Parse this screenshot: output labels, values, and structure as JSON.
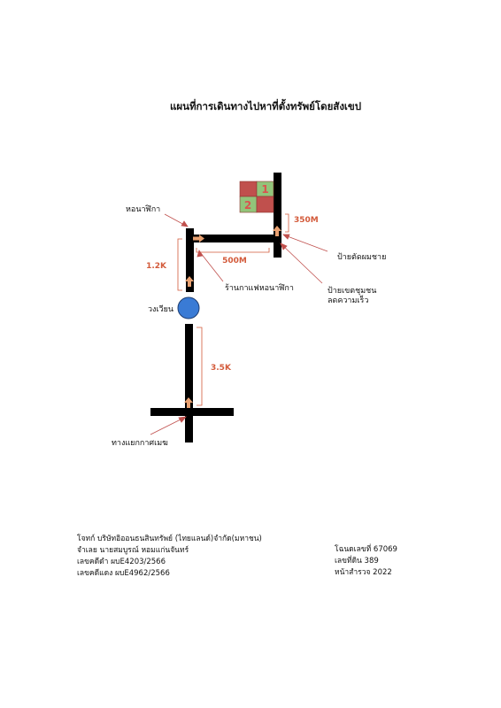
{
  "title": "แผนที่การเดินทางไปหาที่ตั้งทรัพย์โดยสังเขป",
  "landmarks": {
    "hor_na_fika": "หอนาฬิกา",
    "roundabout": "วงเวียน",
    "cafe": "ร้านกาแฟหอนาฬิกา",
    "barber_sign": "ป้ายตัดผมชาย",
    "speed_sign_line1": "ป้ายเขตชุมชน",
    "speed_sign_line2": "ลดความเร็ว",
    "intersection": "ทางแยกกาศเมฆ"
  },
  "distances": {
    "segment_top": "350M",
    "segment_mid": "500M",
    "segment_left": "1.2K",
    "segment_bottom": "3.5K"
  },
  "plots": [
    "1",
    "2"
  ],
  "footer_left": {
    "line1": "โจทก์ บริษัทอิออนธนสินทรัพย์ (ไทยแลนด์)จำกัด(มหาชน)",
    "line2": "จำเลย นายสมบูรณ์ หอมแก่นจันทร์",
    "line3": "เลขคดีดำ ผบE4203/2566",
    "line4": "เลขคดีแดง ผบE4962/2566"
  },
  "footer_right": {
    "line1": "โฉนดเลขที่ 67069",
    "line2": "เลขที่ดิน  389",
    "line3": "หน้าสำรวจ 2022"
  },
  "colors": {
    "road": "#000000",
    "arrow": "#e8a070",
    "distance_text": "#d35a3a",
    "plot_red": "#c0504d",
    "plot_green": "#92c47a",
    "roundabout": "#3a7bd5"
  }
}
